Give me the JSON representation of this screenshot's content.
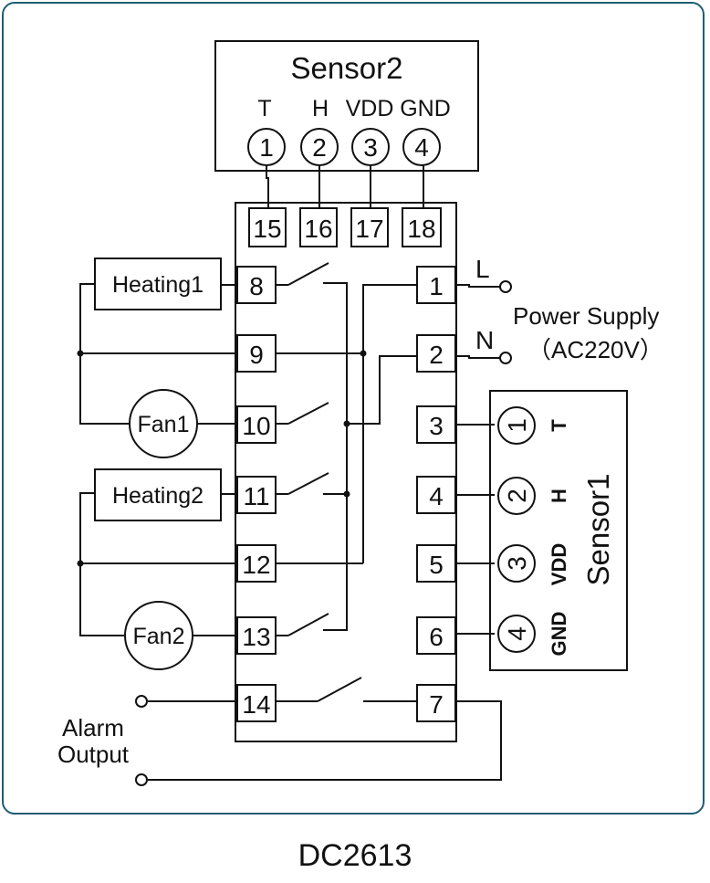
{
  "sensor2": {
    "title": "Sensor2",
    "pin_labels": [
      "T",
      "H",
      "VDD",
      "GND"
    ],
    "pin_numbers": [
      "1",
      "2",
      "3",
      "4"
    ]
  },
  "controller": {
    "top_terminals": [
      "15",
      "16",
      "17",
      "18"
    ],
    "left_terminals": [
      "8",
      "9",
      "10",
      "11",
      "12",
      "13",
      "14"
    ],
    "right_terminals": [
      "1",
      "2",
      "3",
      "4",
      "5",
      "6",
      "7"
    ]
  },
  "loads": {
    "heating1": "Heating1",
    "heating2": "Heating2",
    "fan1": "Fan1",
    "fan2": "Fan2"
  },
  "power": {
    "l_label": "L",
    "n_label": "N",
    "title": "Power Supply",
    "voltage": "（AC220V）"
  },
  "sensor1": {
    "title": "Sensor1",
    "pin_labels": [
      "T",
      "H",
      "VDD",
      "GND"
    ],
    "pin_numbers": [
      "1",
      "2",
      "3",
      "4"
    ]
  },
  "alarm": {
    "line1": "Alarm",
    "line2": "Output"
  },
  "model": "DC2613"
}
